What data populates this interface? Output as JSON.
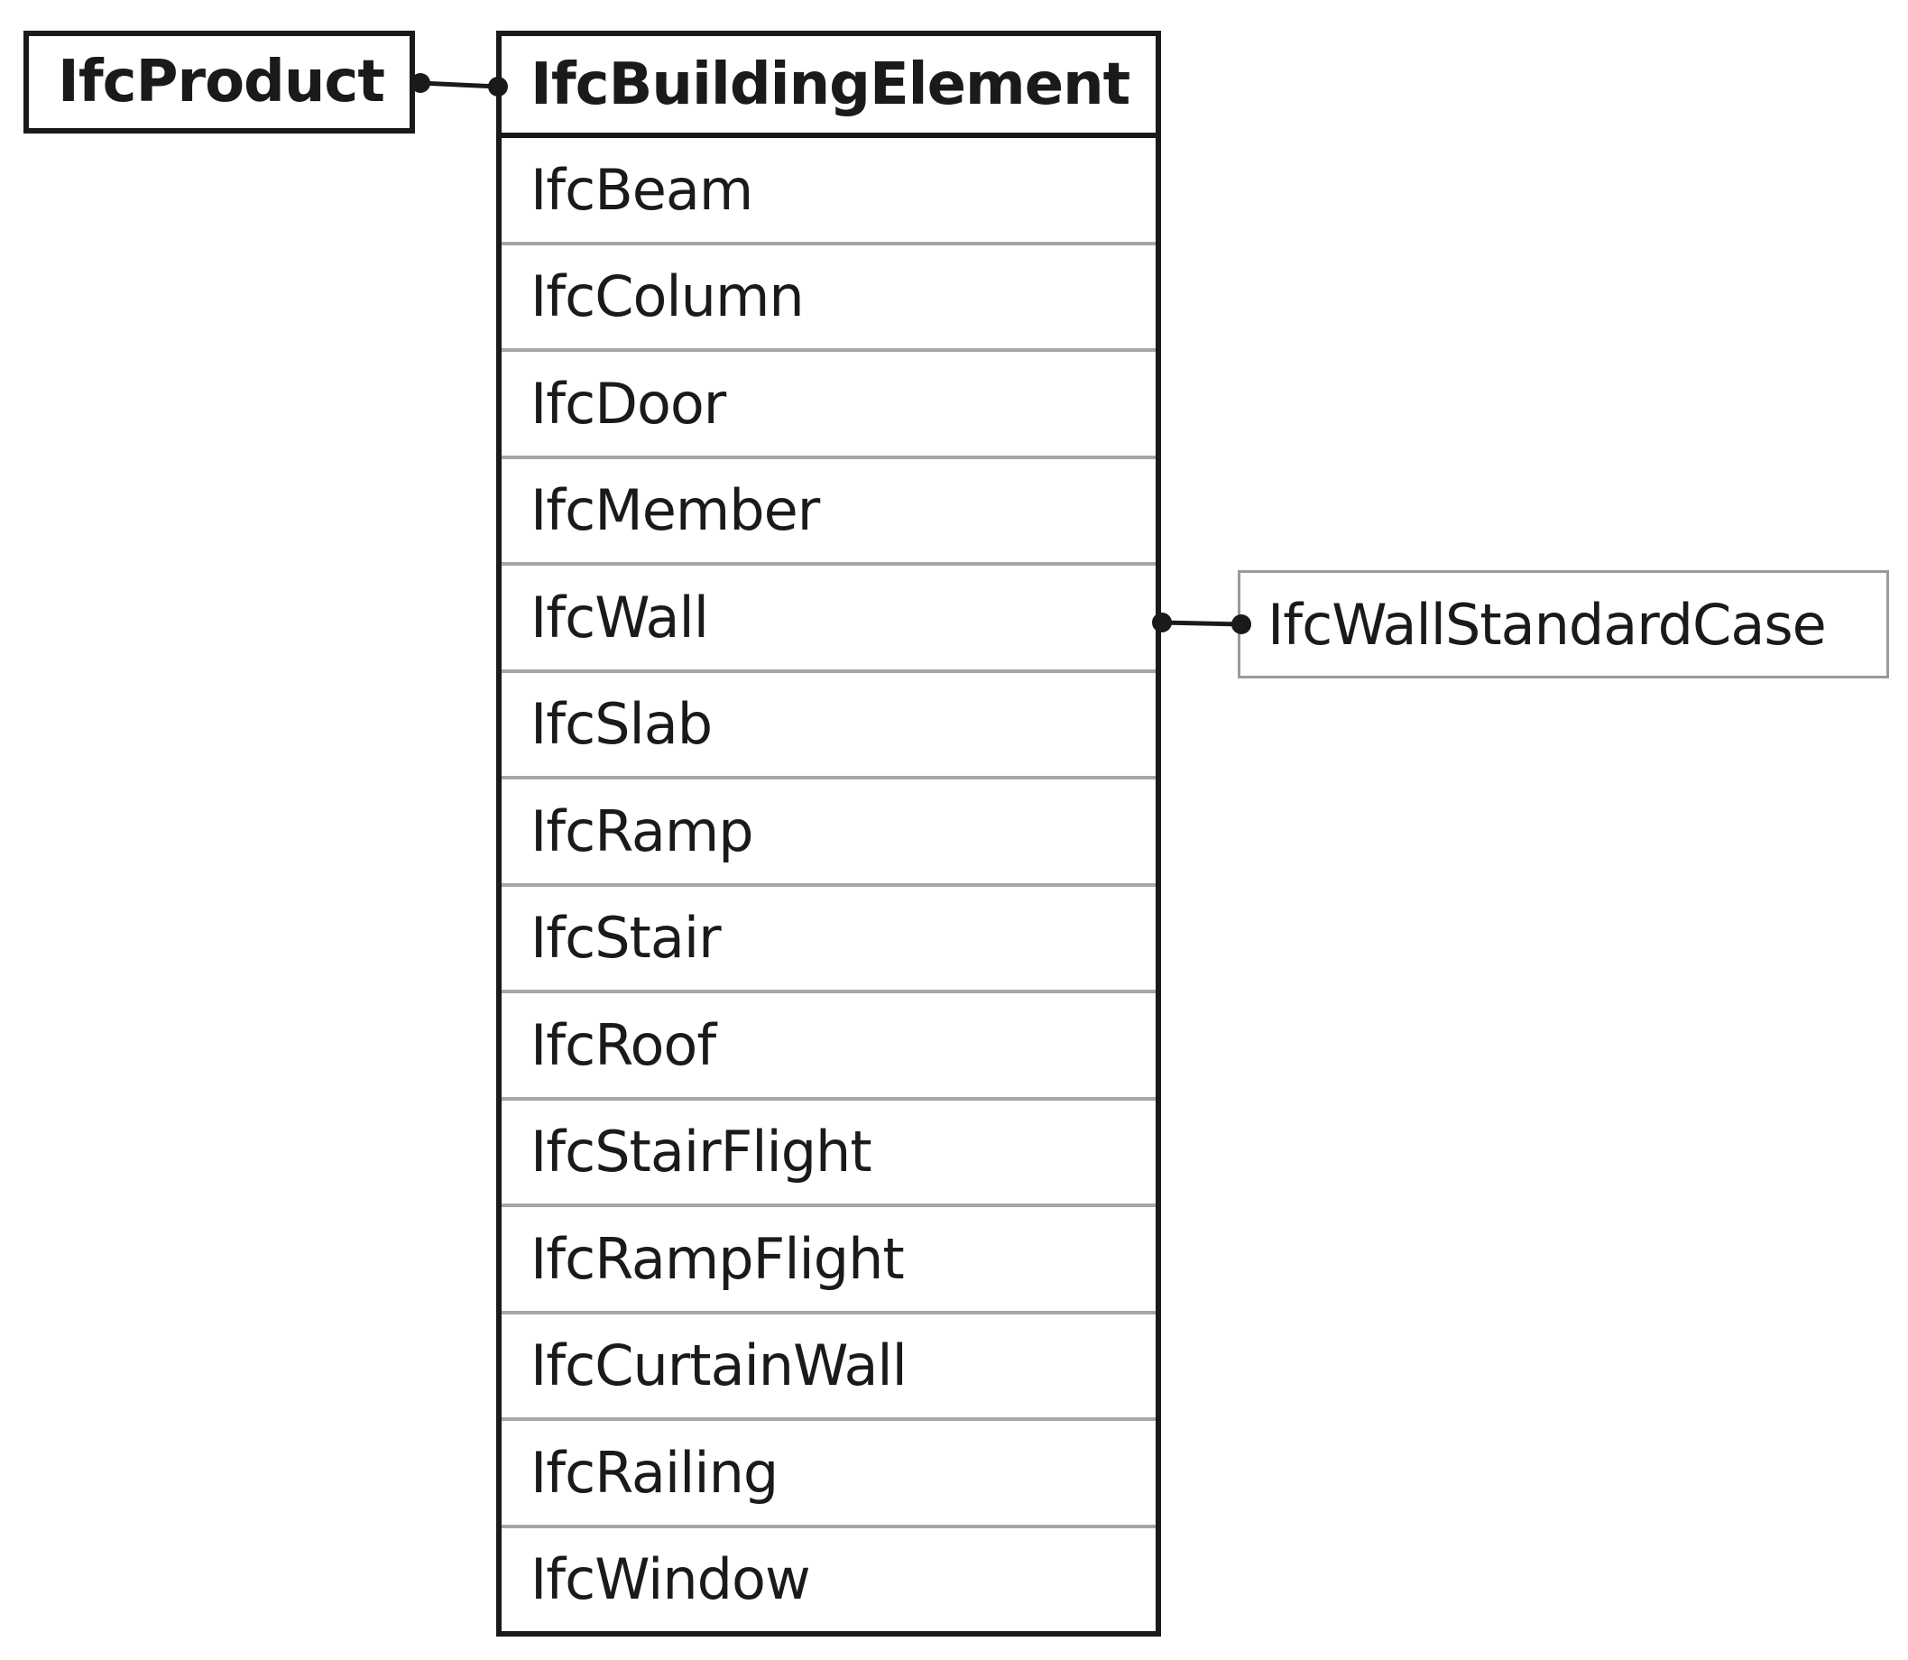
{
  "parent": {
    "label": "IfcProduct"
  },
  "element_table": {
    "header": "IfcBuildingElement",
    "rows": [
      "IfcBeam",
      "IfcColumn",
      "IfcDoor",
      "IfcMember",
      "IfcWall",
      "IfcSlab",
      "IfcRamp",
      "IfcStair",
      "IfcRoof",
      "IfcStairFlight",
      "IfcRampFlight",
      "IfcCurtainWall",
      "IfcRailing",
      "IfcWindow"
    ]
  },
  "subtype": {
    "label": "IfcWallStandardCase",
    "parent_row": "IfcWall"
  },
  "colors": {
    "border": "#1a1a1a",
    "row_divider": "#a6a6a6",
    "subtype_border": "#9a9a9a"
  }
}
